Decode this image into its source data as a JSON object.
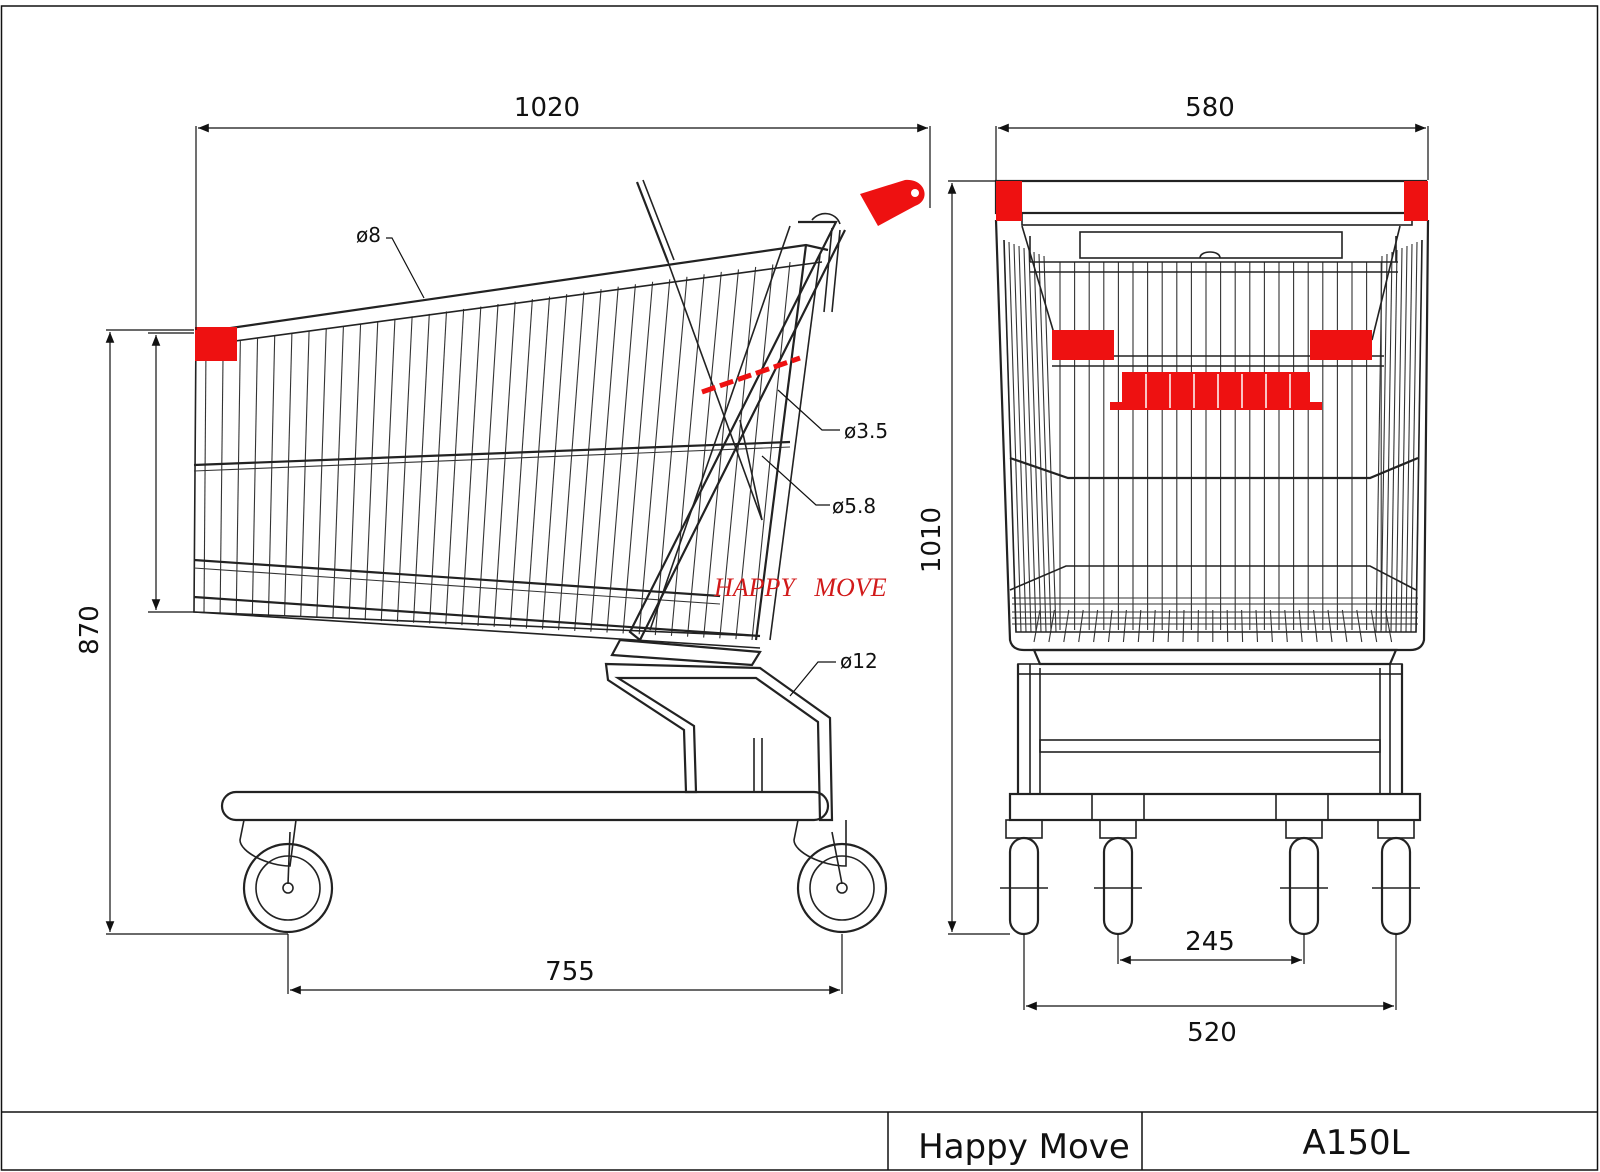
{
  "drawing": {
    "side_view": {
      "dim_length": "1020",
      "dim_height": "870",
      "dim_wheelbase": "755",
      "dia_top_rail": "ø8",
      "dia_mesh": "ø3.5",
      "dia_frame": "ø5.8",
      "dia_chassis": "ø12",
      "watermark": "HAPPY   MOVE"
    },
    "front_view": {
      "dim_width": "580",
      "dim_height": "1010",
      "dim_inner_wheels": "245",
      "dim_outer_wheels": "520"
    },
    "colors": {
      "accent_red": "#ee1111",
      "line": "#222222"
    }
  },
  "title_block": {
    "company": "Happy Move",
    "model": "A150L"
  }
}
